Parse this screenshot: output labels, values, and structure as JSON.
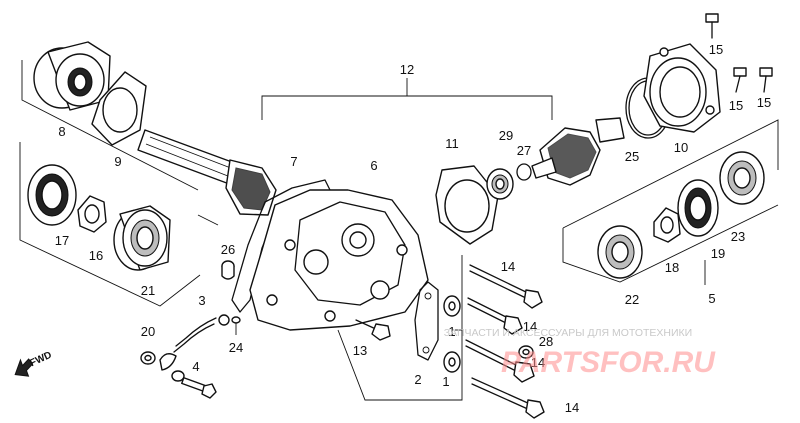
{
  "diagram": {
    "fwd_label": "FWD",
    "callouts": [
      {
        "id": "c1a",
        "text": "1"
      },
      {
        "id": "c1b",
        "text": "1"
      },
      {
        "id": "c2",
        "text": "2"
      },
      {
        "id": "c3",
        "text": "3"
      },
      {
        "id": "c4",
        "text": "4"
      },
      {
        "id": "c5",
        "text": "5"
      },
      {
        "id": "c6",
        "text": "6"
      },
      {
        "id": "c7",
        "text": "7"
      },
      {
        "id": "c8",
        "text": "8"
      },
      {
        "id": "c9",
        "text": "9"
      },
      {
        "id": "c10",
        "text": "10"
      },
      {
        "id": "c11",
        "text": "11"
      },
      {
        "id": "c12",
        "text": "12"
      },
      {
        "id": "c13",
        "text": "13"
      },
      {
        "id": "c14a",
        "text": "14"
      },
      {
        "id": "c14b",
        "text": "14"
      },
      {
        "id": "c14c",
        "text": "14"
      },
      {
        "id": "c14d",
        "text": "14"
      },
      {
        "id": "c15a",
        "text": "15"
      },
      {
        "id": "c15b",
        "text": "15"
      },
      {
        "id": "c15c",
        "text": "15"
      },
      {
        "id": "c16",
        "text": "16"
      },
      {
        "id": "c17",
        "text": "17"
      },
      {
        "id": "c18",
        "text": "18"
      },
      {
        "id": "c19",
        "text": "19"
      },
      {
        "id": "c20",
        "text": "20"
      },
      {
        "id": "c21",
        "text": "21"
      },
      {
        "id": "c22",
        "text": "22"
      },
      {
        "id": "c23",
        "text": "23"
      },
      {
        "id": "c24",
        "text": "24"
      },
      {
        "id": "c25",
        "text": "25"
      },
      {
        "id": "c26",
        "text": "26"
      },
      {
        "id": "c27",
        "text": "27"
      },
      {
        "id": "c28",
        "text": "28"
      },
      {
        "id": "c29",
        "text": "29"
      }
    ]
  },
  "watermark": {
    "tagline": "ЗАПЧАСТИ И АКСЕССУАРЫ ДЛЯ МОТОТЕХНИКИ",
    "brand": "PARTSFOR.RU"
  }
}
